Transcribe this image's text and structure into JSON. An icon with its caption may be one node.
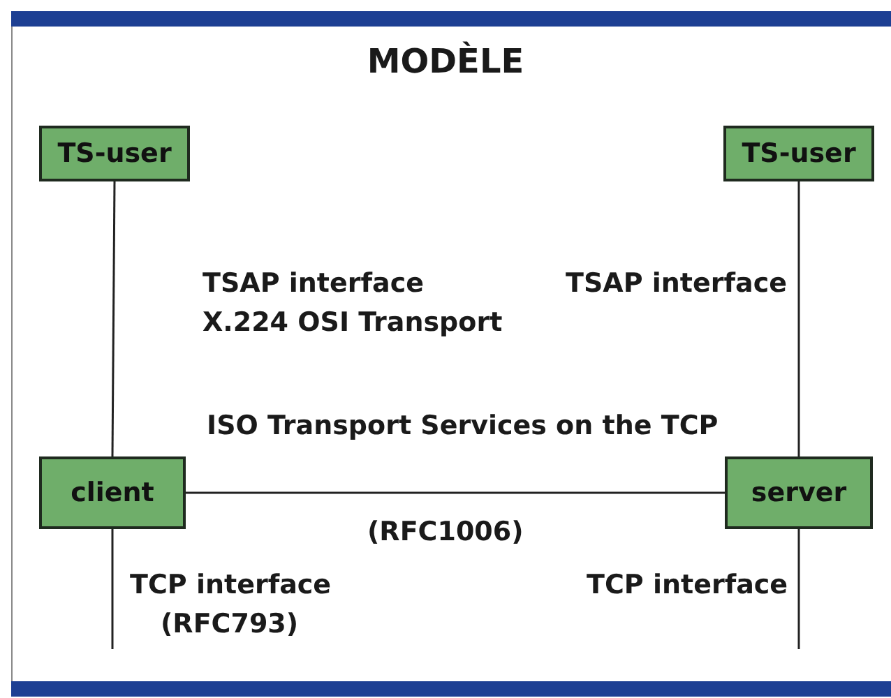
{
  "diagram": {
    "title": "MODÈLE",
    "nodes": [
      {
        "text": [
          "TS-user"
        ]
      },
      {
        "text": [
          "TS-user"
        ]
      },
      {
        "text": [
          "client"
        ]
      },
      {
        "text": [
          "server"
        ]
      }
    ],
    "edges": [
      {
        "from": 0,
        "to": 2,
        "arrow": "none"
      },
      {
        "from": 1,
        "to": 3,
        "arrow": "none"
      },
      {
        "from": 2,
        "to": 3,
        "arrow": "none",
        "label": "ISO Transport Services on the TCP"
      },
      {
        "from": 2,
        "to": null,
        "arrow": "none"
      },
      {
        "from": 3,
        "to": null,
        "arrow": "none"
      }
    ],
    "labels": [
      "TSAP interface",
      "X.224 OSI Transport",
      "TSAP interface",
      "(RFC1006)",
      "TCP interface",
      "(RFC793)",
      "TCP interface"
    ]
  }
}
